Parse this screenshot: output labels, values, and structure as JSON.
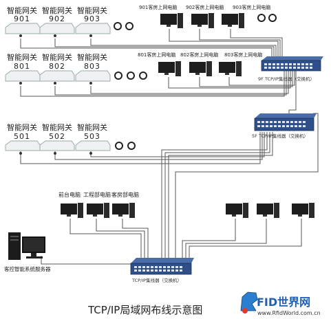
{
  "title": "TCP/IP局域网布线示意图",
  "colors": {
    "switch": "#2f4f8a",
    "line": "#555555",
    "monitor": "#222222",
    "brand": "#1e5fb4",
    "brand_red": "#d42a2a"
  },
  "gateways": {
    "row9": [
      {
        "label": "智能网关",
        "room": "901"
      },
      {
        "label": "智能网关",
        "room": "902"
      },
      {
        "label": "智能网关",
        "room": "903"
      }
    ],
    "row8": [
      {
        "label": "智能网关",
        "room": "801"
      },
      {
        "label": "智能网关",
        "room": "802"
      },
      {
        "label": "智能网关",
        "room": "803"
      }
    ],
    "row5": [
      {
        "label": "智能网关",
        "room": "501"
      },
      {
        "label": "智能网关",
        "room": "502"
      },
      {
        "label": "智能网关",
        "room": "503"
      }
    ]
  },
  "pcs": {
    "row9": [
      "901客房上网电脑",
      "902客房上网电脑",
      "903客房上网电脑"
    ],
    "row8": [
      "801客房上网电脑",
      "802客房上网电脑",
      "803客房上网电脑"
    ],
    "office": [
      "前台电脑",
      "工程部电脑",
      "客房部电脑"
    ]
  },
  "switches": {
    "top": "9F TCP/IP集线器（交换机）",
    "mid": "5F TCP/IP集线器（交换机）",
    "bottom": "TCP/IP集线器（交换机）"
  },
  "server_label": "客控智能系统服务器",
  "logo": {
    "text": "FID世界网",
    "url": "www.RfidWorld.com.cn"
  }
}
